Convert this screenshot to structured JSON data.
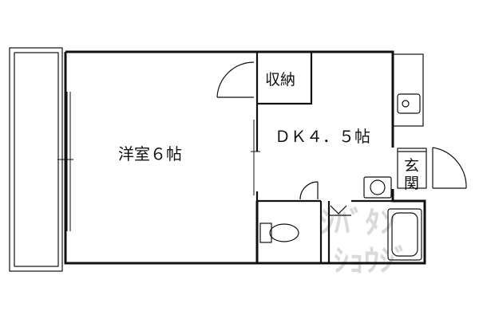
{
  "floorplan": {
    "rooms": {
      "western_room": "洋室６帖",
      "dining_kitchen": "ＤＫ４．５帖",
      "storage": "収納",
      "entrance_line1": "玄",
      "entrance_line2": "関"
    },
    "watermark": {
      "line1": "ｼﾊﾞﾀﾝ",
      "line2": "ｼｮｳｼﾞ"
    }
  }
}
